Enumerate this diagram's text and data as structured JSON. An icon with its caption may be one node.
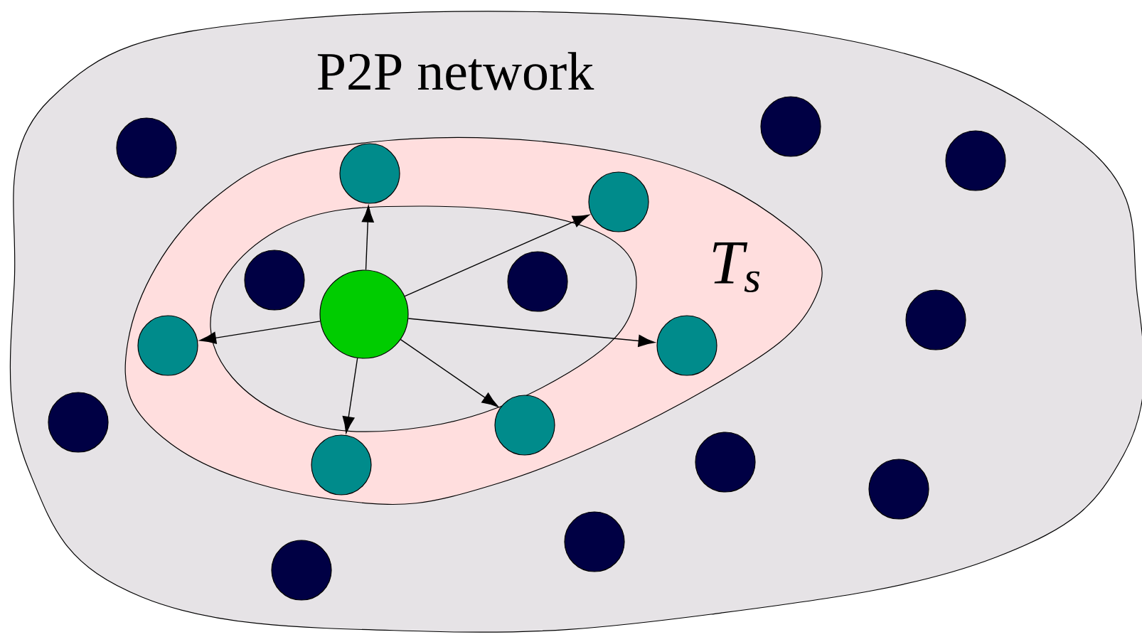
{
  "diagram": {
    "nodes": [
      {
        "text": [
          "P2P network"
        ]
      },
      {
        "text": [
          "T$_{s}$"
        ],
        "in": 0
      },
      {
        "text": [],
        "shape": "ellipse",
        "in": 1
      },
      {
        "text": [],
        "shape": "circle",
        "in": 0
      },
      {
        "text": [],
        "shape": "circle",
        "in": 0
      },
      {
        "text": [],
        "shape": "circle",
        "in": 0
      },
      {
        "text": [],
        "shape": "circle",
        "in": 1
      },
      {
        "text": [],
        "shape": "circle",
        "in": 1
      },
      {
        "text": [],
        "shape": "circle",
        "in": 2
      },
      {
        "text": [],
        "shape": "circle",
        "in": 2
      },
      {
        "text": [],
        "shape": "circle",
        "in": 2
      },
      {
        "text": [],
        "shape": "circle",
        "in": 0
      },
      {
        "text": [],
        "shape": "circle",
        "in": 1
      },
      {
        "text": [],
        "shape": "circle",
        "in": 1
      },
      {
        "text": [],
        "shape": "circle",
        "in": 0
      },
      {
        "text": [],
        "shape": "circle",
        "in": 1
      },
      {
        "text": [],
        "shape": "circle",
        "in": 0
      },
      {
        "text": [],
        "shape": "circle",
        "in": 1
      },
      {
        "text": [],
        "shape": "circle",
        "in": 0
      },
      {
        "text": [],
        "shape": "circle",
        "in": 0
      },
      {
        "text": [],
        "shape": "circle",
        "in": 0
      }
    ],
    "edges": [
      {
        "from": 9,
        "to": 6,
        "arrow": "to"
      },
      {
        "from": 9,
        "to": 7,
        "arrow": "to"
      },
      {
        "from": 9,
        "to": 12,
        "arrow": "to"
      },
      {
        "from": 9,
        "to": 13,
        "arrow": "to"
      },
      {
        "from": 9,
        "to": 15,
        "arrow": "to"
      },
      {
        "from": 9,
        "to": 17,
        "arrow": "to"
      }
    ]
  }
}
